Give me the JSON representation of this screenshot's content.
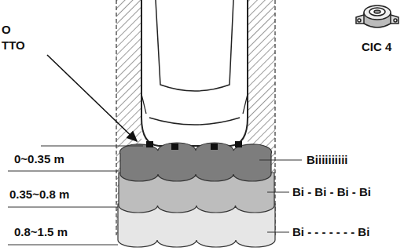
{
  "diagram": {
    "labels": [
      "O",
      "TTO",
      "CIC 4",
      "0~0.35 m",
      "Biiiiiiiiii",
      "0.35~0.8 m",
      "Bi - Bi - Bi - Bi",
      "0.8~1.5 m",
      "Bi - - - - - - - Bi"
    ]
  }
}
